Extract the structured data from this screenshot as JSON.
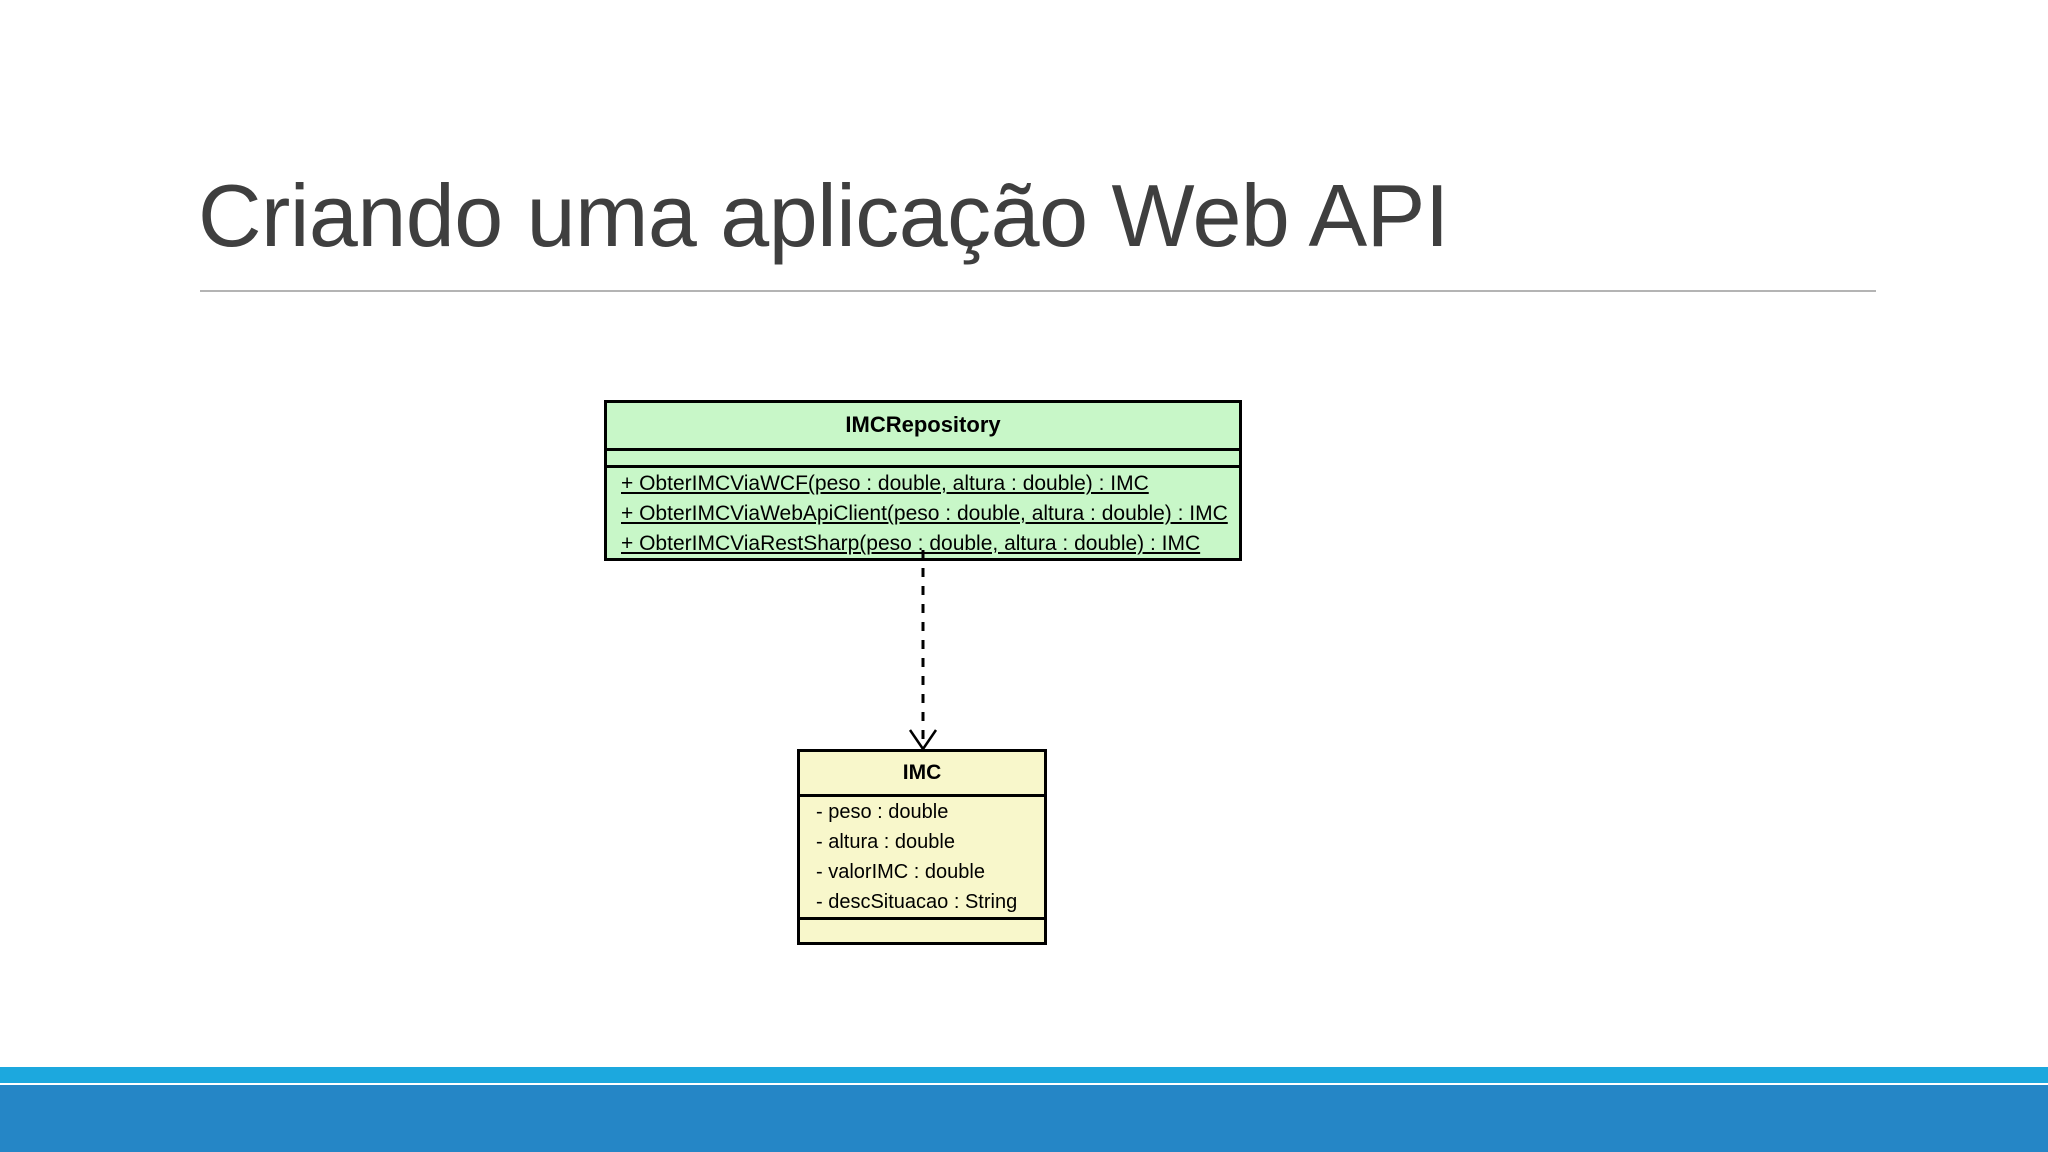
{
  "slide": {
    "title": "Criando uma aplicação Web API",
    "background_color": "#ffffff",
    "rule_color": "#b4b4b4"
  },
  "diagram": {
    "kind": "uml-class-diagram",
    "classes": [
      {
        "id": "IMCRepository",
        "name": "IMCRepository",
        "fill_color": "#c8f7c8",
        "border_color": "#000000",
        "attributes": [],
        "operations": [
          "+ ObterIMCViaWCF(peso : double, altura : double) : IMC",
          "+ ObterIMCViaWebApiClient(peso : double, altura : double) : IMC",
          "+ ObterIMCViaRestSharp(peso : double, altura : double) : IMC"
        ]
      },
      {
        "id": "IMC",
        "name": "IMC",
        "fill_color": "#f8f7cb",
        "border_color": "#000000",
        "attributes": [
          "- peso : double",
          "- altura : double",
          "- valorIMC : double",
          "- descSituacao : String"
        ],
        "operations": []
      }
    ],
    "relationships": [
      {
        "type": "dependency",
        "from": "IMCRepository",
        "to": "IMC",
        "line_style": "dashed",
        "arrow_head": "open"
      }
    ]
  },
  "footer": {
    "accent_light_color": "#1ca8de",
    "accent_dark_color": "#2586c6"
  }
}
